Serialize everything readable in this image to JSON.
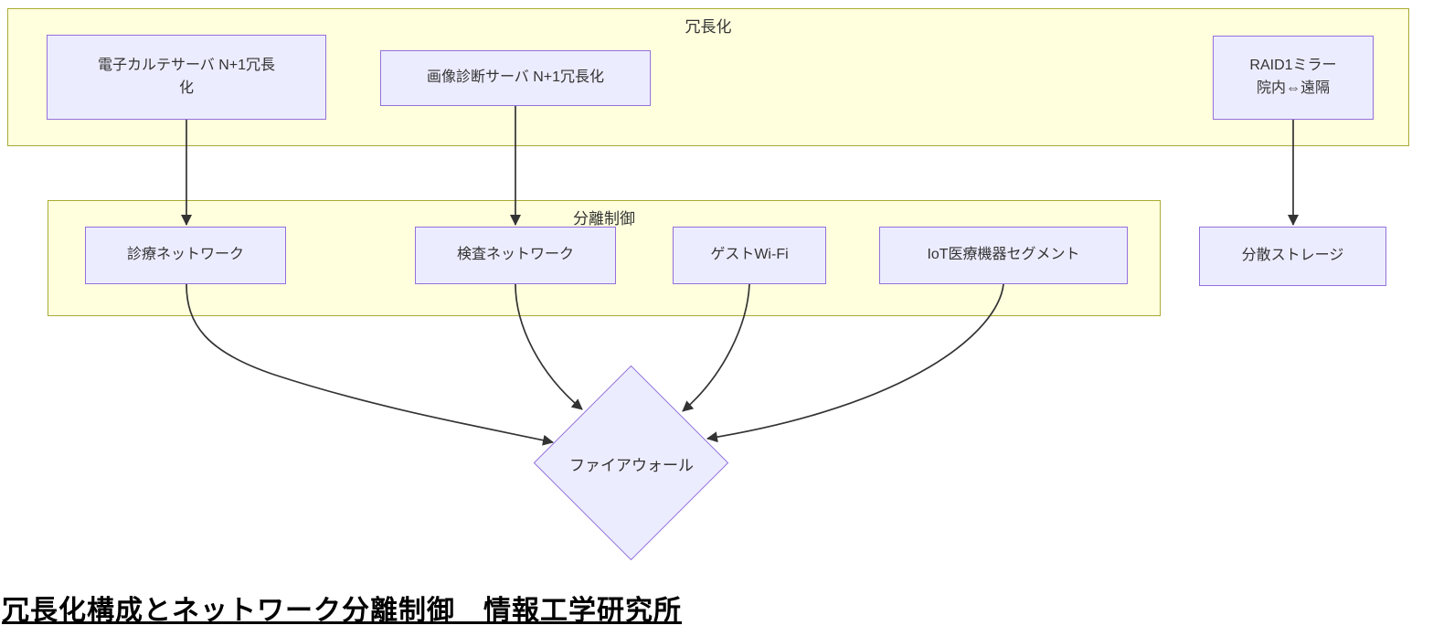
{
  "diagram_title": "冗長化構成とネットワーク分離制御　情報工学研究所",
  "clusters": {
    "redundancy": {
      "label": "冗長化"
    },
    "separation": {
      "label": "分離制御"
    }
  },
  "nodes": {
    "ehr_server": {
      "label": "電子カルテサーバ N+1冗長\n化"
    },
    "imaging_server": {
      "label": "画像診断サーバ N+1冗長化"
    },
    "raid_mirror": {
      "label": "RAID1ミラー\n院内⇔遠隔"
    },
    "clinical_network": {
      "label": "診療ネットワーク"
    },
    "exam_network": {
      "label": "検査ネットワーク"
    },
    "guest_wifi": {
      "label": "ゲストWi-Fi"
    },
    "iot_segment": {
      "label": "IoT医療機器セグメント"
    },
    "distributed_storage": {
      "label": "分散ストレージ"
    },
    "firewall": {
      "label": "ファイアウォール"
    }
  },
  "edges": [
    {
      "from": "ehr_server",
      "to": "clinical_network"
    },
    {
      "from": "imaging_server",
      "to": "exam_network"
    },
    {
      "from": "raid_mirror",
      "to": "distributed_storage"
    },
    {
      "from": "clinical_network",
      "to": "firewall"
    },
    {
      "from": "exam_network",
      "to": "firewall"
    },
    {
      "from": "guest_wifi",
      "to": "firewall"
    },
    {
      "from": "iot_segment",
      "to": "firewall"
    }
  ],
  "colors": {
    "cluster_fill": "#ffffde",
    "cluster_border": "#aaaa33",
    "node_fill": "#ececff",
    "node_border": "#9370db",
    "edge": "#333333",
    "text": "#333333"
  }
}
